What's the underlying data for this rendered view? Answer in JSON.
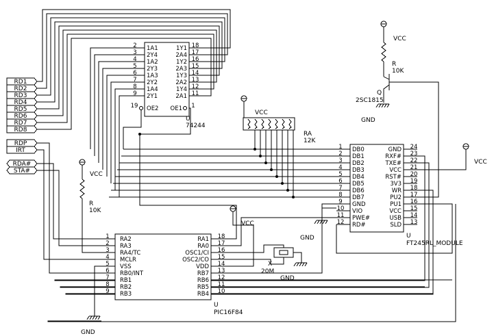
{
  "ic_74244": {
    "ref": "U",
    "part": "74244",
    "left_pins": [
      {
        "num": "2",
        "name": "1A1"
      },
      {
        "num": "3",
        "name": "2Y4"
      },
      {
        "num": "4",
        "name": "1A2"
      },
      {
        "num": "5",
        "name": "2Y3"
      },
      {
        "num": "6",
        "name": "1A3"
      },
      {
        "num": "7",
        "name": "2Y2"
      },
      {
        "num": "8",
        "name": "1A4"
      },
      {
        "num": "9",
        "name": "2Y1"
      }
    ],
    "right_pins": [
      {
        "num": "18",
        "name": "1Y1"
      },
      {
        "num": "17",
        "name": "2A4"
      },
      {
        "num": "16",
        "name": "1Y2"
      },
      {
        "num": "15",
        "name": "2A3"
      },
      {
        "num": "14",
        "name": "1Y3"
      },
      {
        "num": "13",
        "name": "2A2"
      },
      {
        "num": "12",
        "name": "1Y4"
      },
      {
        "num": "11",
        "name": "2A1"
      }
    ],
    "oe1": {
      "num": "19",
      "name": "OE2"
    },
    "oe2": {
      "num": "1",
      "name": "OE1"
    }
  },
  "ic_ft245": {
    "ref": "U",
    "part": "FT245RL_MODULE",
    "left_pins": [
      {
        "num": "1",
        "name": "DB0"
      },
      {
        "num": "2",
        "name": "DB1"
      },
      {
        "num": "3",
        "name": "DB2"
      },
      {
        "num": "4",
        "name": "DB3"
      },
      {
        "num": "5",
        "name": "DB4"
      },
      {
        "num": "6",
        "name": "DB5"
      },
      {
        "num": "7",
        "name": "DB6"
      },
      {
        "num": "8",
        "name": "DB7"
      },
      {
        "num": "9",
        "name": "GND"
      },
      {
        "num": "10",
        "name": "VIO"
      },
      {
        "num": "11",
        "name": "PWE#"
      },
      {
        "num": "12",
        "name": "RD#"
      }
    ],
    "right_pins": [
      {
        "num": "24",
        "name": "GND"
      },
      {
        "num": "23",
        "name": "RXF#"
      },
      {
        "num": "22",
        "name": "TXE#"
      },
      {
        "num": "21",
        "name": "VCC"
      },
      {
        "num": "20",
        "name": "RST#"
      },
      {
        "num": "19",
        "name": "3V3"
      },
      {
        "num": "18",
        "name": "WR"
      },
      {
        "num": "17",
        "name": "PU2"
      },
      {
        "num": "16",
        "name": "PU1"
      },
      {
        "num": "15",
        "name": "VCC"
      },
      {
        "num": "14",
        "name": "USB"
      },
      {
        "num": "13",
        "name": "SLD"
      }
    ]
  },
  "ic_pic": {
    "ref": "U",
    "part": "PIC16F84",
    "left_pins": [
      {
        "num": "1",
        "name": "RA2"
      },
      {
        "num": "2",
        "name": "RA3"
      },
      {
        "num": "3",
        "name": "RA4/TC"
      },
      {
        "num": "4",
        "name": "MCLR"
      },
      {
        "num": "5",
        "name": "VSS"
      },
      {
        "num": "6",
        "name": "RB0/INT"
      },
      {
        "num": "7",
        "name": "RB1"
      },
      {
        "num": "8",
        "name": "RB2"
      },
      {
        "num": "9",
        "name": "RB3"
      }
    ],
    "right_pins": [
      {
        "num": "18",
        "name": "RA1"
      },
      {
        "num": "17",
        "name": "RA0"
      },
      {
        "num": "16",
        "name": "OSC1/CI"
      },
      {
        "num": "15",
        "name": "OSC2/CO"
      },
      {
        "num": "14",
        "name": "VDD"
      },
      {
        "num": "13",
        "name": "RB7"
      },
      {
        "num": "12",
        "name": "RB6"
      },
      {
        "num": "11",
        "name": "RB5"
      },
      {
        "num": "10",
        "name": "RB4"
      }
    ]
  },
  "ports_rd": [
    "RD1",
    "RD2",
    "RD3",
    "RD4",
    "RD5",
    "RD6",
    "RD7",
    "RD8"
  ],
  "ports_in": [
    "RDP",
    "IRT"
  ],
  "ports_out": [
    "RDA#",
    "STA#"
  ],
  "resistor_array": {
    "ref": "RA",
    "value": "12K",
    "supply": "VCC"
  },
  "resistor_mclr": {
    "ref": "R",
    "value": "10K",
    "supply": "VCC"
  },
  "transistor": {
    "ref": "Q",
    "part": "2SC1815",
    "r_ref": "R",
    "r_value": "10K",
    "supply": "VCC",
    "ground": "GND"
  },
  "crystal": {
    "ref": "X",
    "value": "20M",
    "ground": "GND"
  },
  "ft_vcc": "VCC",
  "ft_gnd": "GND",
  "pic_vcc": "VCC",
  "pic_gnd": "GND"
}
